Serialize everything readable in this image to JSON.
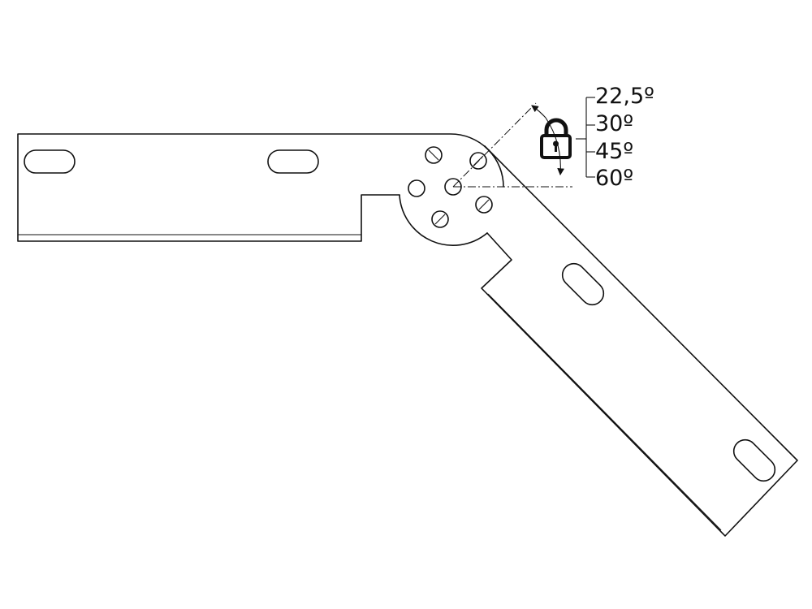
{
  "angle_options": [
    {
      "label": "22,5º"
    },
    {
      "label": "30º"
    },
    {
      "label": "45º"
    },
    {
      "label": "60º"
    }
  ],
  "icons": {
    "lock": "padlock-icon"
  },
  "colors": {
    "line": "#111111",
    "background": "#ffffff"
  }
}
